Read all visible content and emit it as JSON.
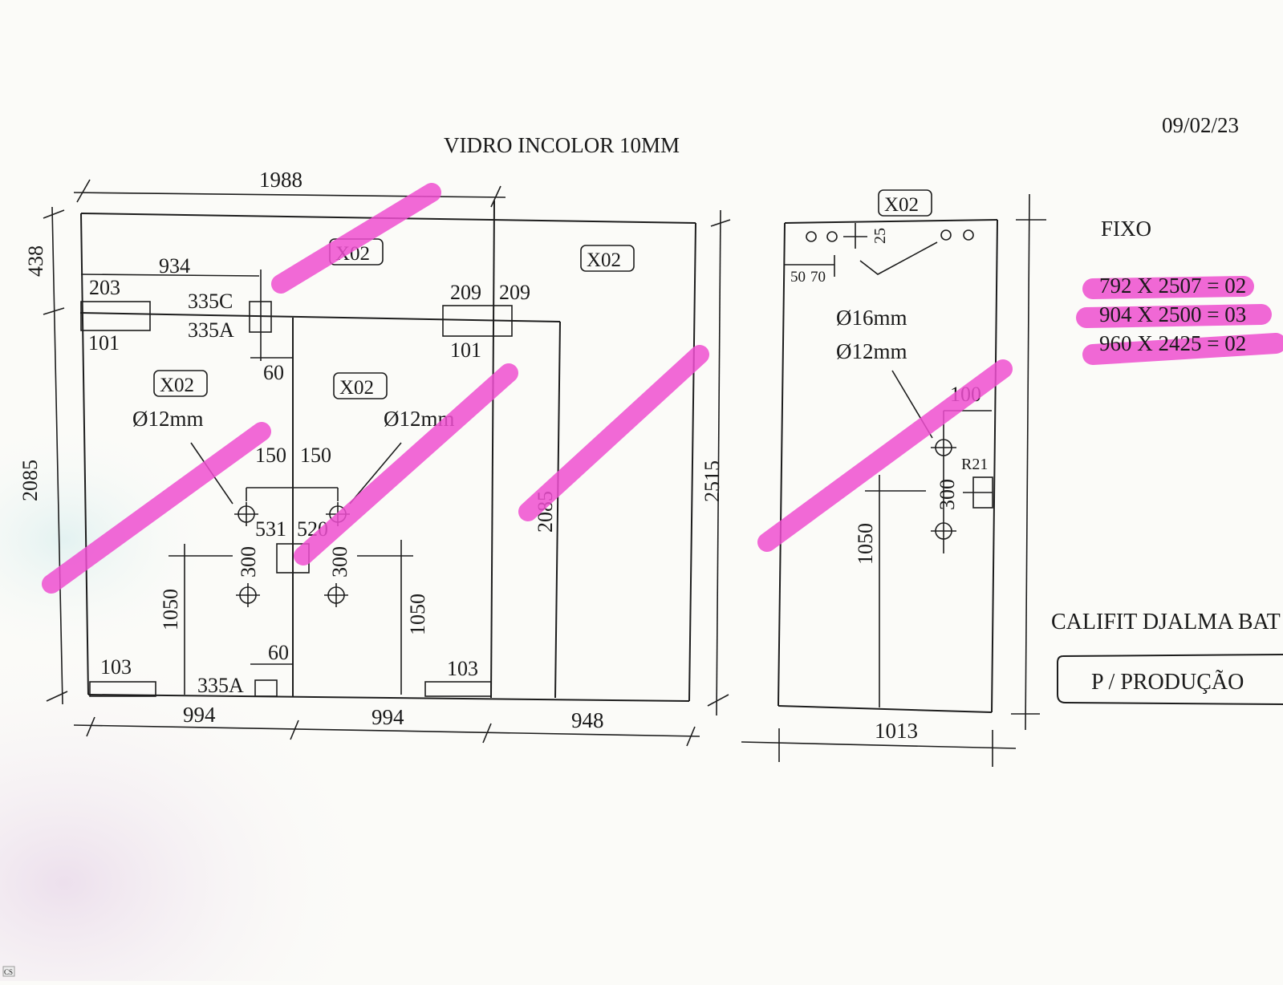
{
  "header": {
    "title": "VIDRO INCOLOR 10MM",
    "date": "09/02/23"
  },
  "colors": {
    "ink": "#1d1d1d",
    "highlighter": "#ef4fd0",
    "paper": "#fbfbf8"
  },
  "main_panel": {
    "overall_width": "1988",
    "top_section": "438",
    "lower_section": "2085",
    "total_height": "2515",
    "sub_width_934": "934",
    "sub_width_203": "203",
    "sub_101_left": "101",
    "hinge_335c": "335C",
    "hinge_335a_top": "335A",
    "offset_60_top": "60",
    "dim_209_a": "209",
    "dim_209_b": "209",
    "sub_101_right": "101",
    "ref_x02_top": "X02",
    "ref_x02_right": "X02",
    "ref_x02_left": "X02",
    "ref_x02_center": "X02",
    "hole_12mm_left": "Ø12mm",
    "hole_12mm_center": "Ø12mm",
    "spacing_150_a": "150",
    "spacing_150_b": "150",
    "width_531": "531",
    "width_520": "520",
    "hole_spacing_300_a": "300",
    "hole_spacing_300_b": "300",
    "height_1050_a": "1050",
    "height_1050_b": "1050",
    "height_2085_inner": "2085",
    "offset_60_bottom": "60",
    "hinge_335a_bottom": "335A",
    "foot_103_a": "103",
    "foot_103_b": "103",
    "bottom_994_a": "994",
    "bottom_994_b": "994",
    "bottom_948": "948"
  },
  "side_panel": {
    "ref_x02": "X02",
    "dim_25": "25",
    "dim_50": "50",
    "dim_70": "70",
    "hole_16mm": "Ø16mm",
    "hole_12mm": "Ø12mm",
    "dim_100": "100",
    "radius_r21": "R21",
    "hole_spacing_300": "300",
    "height_1050": "1050",
    "width_1013": "1013"
  },
  "notes": {
    "fixo_label": "FIXO",
    "items": [
      "792 X 2507 = 02",
      "904 X 2500 = 03",
      "960 X 2425 = 02"
    ],
    "client": "CALIFIT DJALMA BAT",
    "stamp": "P / PRODUÇÃO"
  },
  "footer": {
    "scanner_badge": "CS"
  }
}
